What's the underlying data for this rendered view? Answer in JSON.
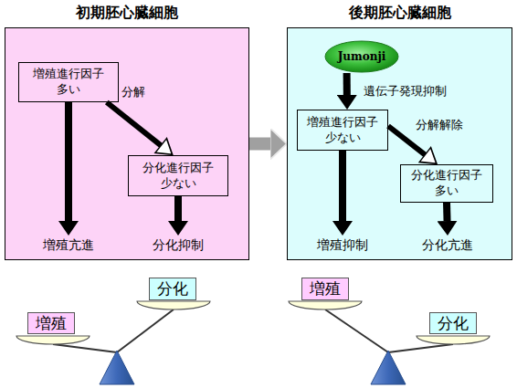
{
  "diagram": {
    "nodes": [
      {
        "text": [
          "初期胚心臓細胞"
        ]
      },
      {
        "text": [
          "増殖進行因子 多い"
        ],
        "in": 0
      },
      {
        "text": [
          "分化進行因子 少ない"
        ],
        "in": 0
      },
      {
        "text": [
          "増殖亢進"
        ],
        "in": 0
      },
      {
        "text": [
          "分化抑制"
        ],
        "in": 0
      },
      {
        "text": [
          "後期胚心臓細胞"
        ]
      },
      {
        "text": [
          "Jumonji"
        ],
        "in": 5
      },
      {
        "text": [
          "増殖進行因子 少ない"
        ],
        "in": 5
      },
      {
        "text": [
          "分化進行因子 多い"
        ],
        "in": 5
      },
      {
        "text": [
          "増殖抑制"
        ],
        "in": 5
      },
      {
        "text": [
          "分化亢進"
        ],
        "in": 5
      },
      {
        "text": [
          "増殖"
        ]
      },
      {
        "text": [
          "分化"
        ]
      },
      {
        "text": [
          "増殖"
        ]
      },
      {
        "text": [
          "分化"
        ]
      }
    ],
    "edges": [
      {
        "from": 0,
        "to": 5,
        "arrow": "to"
      },
      {
        "from": 1,
        "to": 3,
        "arrow": "to"
      },
      {
        "from": 1,
        "to": 2,
        "label": "分解",
        "arrow": "to"
      },
      {
        "from": 2,
        "to": 4,
        "arrow": "to"
      },
      {
        "from": 6,
        "to": 7,
        "label": "遺伝子発現抑制",
        "arrow": "to"
      },
      {
        "from": 7,
        "to": 9,
        "arrow": "to"
      },
      {
        "from": 7,
        "to": 8,
        "label": "分解解除",
        "arrow": "to"
      },
      {
        "from": 8,
        "to": 10,
        "arrow": "to"
      }
    ]
  }
}
